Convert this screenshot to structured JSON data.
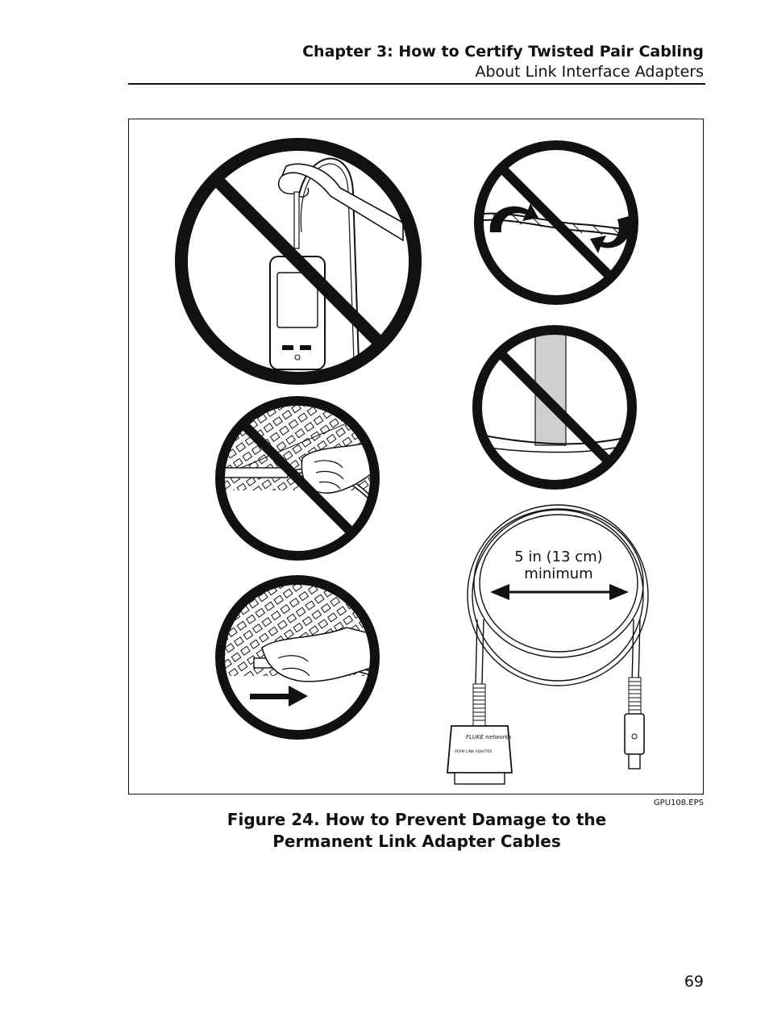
{
  "header": {
    "chapter": "Chapter 3: How to Certify Twisted Pair Cabling",
    "section": "About Link Interface Adapters"
  },
  "figure": {
    "dimension_label": "5 in (13 cm)\nminimum",
    "file_code": "GPU108.EPS",
    "caption_line1": "Figure 24. How to Prevent Damage to the",
    "caption_line2": "Permanent Link Adapter Cables",
    "brand_logo_text": "FLUKE networks",
    "adapter_text": "PERM LINK ADAPTER"
  },
  "page_number": "69"
}
